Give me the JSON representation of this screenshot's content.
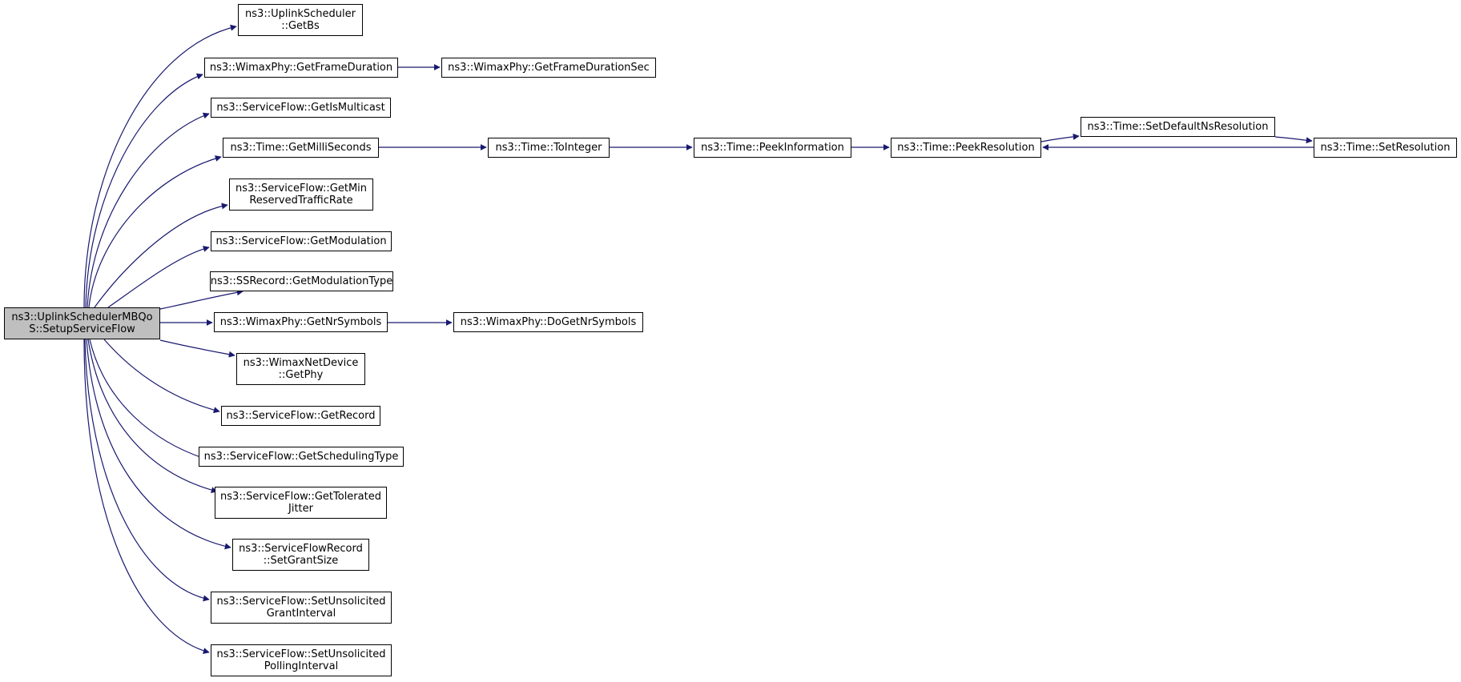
{
  "colors": {
    "edge": "#191970",
    "node_border": "#000000",
    "root_fill": "#bfbfbf",
    "node_fill": "#ffffff"
  },
  "nodes": {
    "root": {
      "line1": "ns3::UplinkSchedulerMBQo",
      "line2": "S::SetupServiceFlow"
    },
    "uplink_getbs": {
      "line1": "ns3::UplinkScheduler",
      "line2": "::GetBs"
    },
    "get_frame_duration": {
      "line1": "ns3::WimaxPhy::GetFrameDuration"
    },
    "get_frame_duration_sec": {
      "line1": "ns3::WimaxPhy::GetFrameDurationSec"
    },
    "get_is_multicast": {
      "line1": "ns3::ServiceFlow::GetIsMulticast"
    },
    "get_milliseconds": {
      "line1": "ns3::Time::GetMilliSeconds"
    },
    "to_integer": {
      "line1": "ns3::Time::ToInteger"
    },
    "peek_information": {
      "line1": "ns3::Time::PeekInformation"
    },
    "peek_resolution": {
      "line1": "ns3::Time::PeekResolution"
    },
    "set_default_ns_resolution": {
      "line1": "ns3::Time::SetDefaultNsResolution"
    },
    "set_resolution": {
      "line1": "ns3::Time::SetResolution"
    },
    "get_min_reserved": {
      "line1": "ns3::ServiceFlow::GetMin",
      "line2": "ReservedTrafficRate"
    },
    "get_modulation": {
      "line1": "ns3::ServiceFlow::GetModulation"
    },
    "get_modulation_type": {
      "line1": "ns3::SSRecord::GetModulationType"
    },
    "get_nr_symbols": {
      "line1": "ns3::WimaxPhy::GetNrSymbols"
    },
    "do_get_nr_symbols": {
      "line1": "ns3::WimaxPhy::DoGetNrSymbols"
    },
    "get_phy": {
      "line1": "ns3::WimaxNetDevice",
      "line2": "::GetPhy"
    },
    "get_record": {
      "line1": "ns3::ServiceFlow::GetRecord"
    },
    "get_scheduling_type": {
      "line1": "ns3::ServiceFlow::GetSchedulingType"
    },
    "get_tolerated_jitter": {
      "line1": "ns3::ServiceFlow::GetTolerated",
      "line2": "Jitter"
    },
    "set_grant_size": {
      "line1": "ns3::ServiceFlowRecord",
      "line2": "::SetGrantSize"
    },
    "set_unsolicited_grant": {
      "line1": "ns3::ServiceFlow::SetUnsolicited",
      "line2": "GrantInterval"
    },
    "set_unsolicited_polling": {
      "line1": "ns3::ServiceFlow::SetUnsolicited",
      "line2": "PollingInterval"
    }
  }
}
